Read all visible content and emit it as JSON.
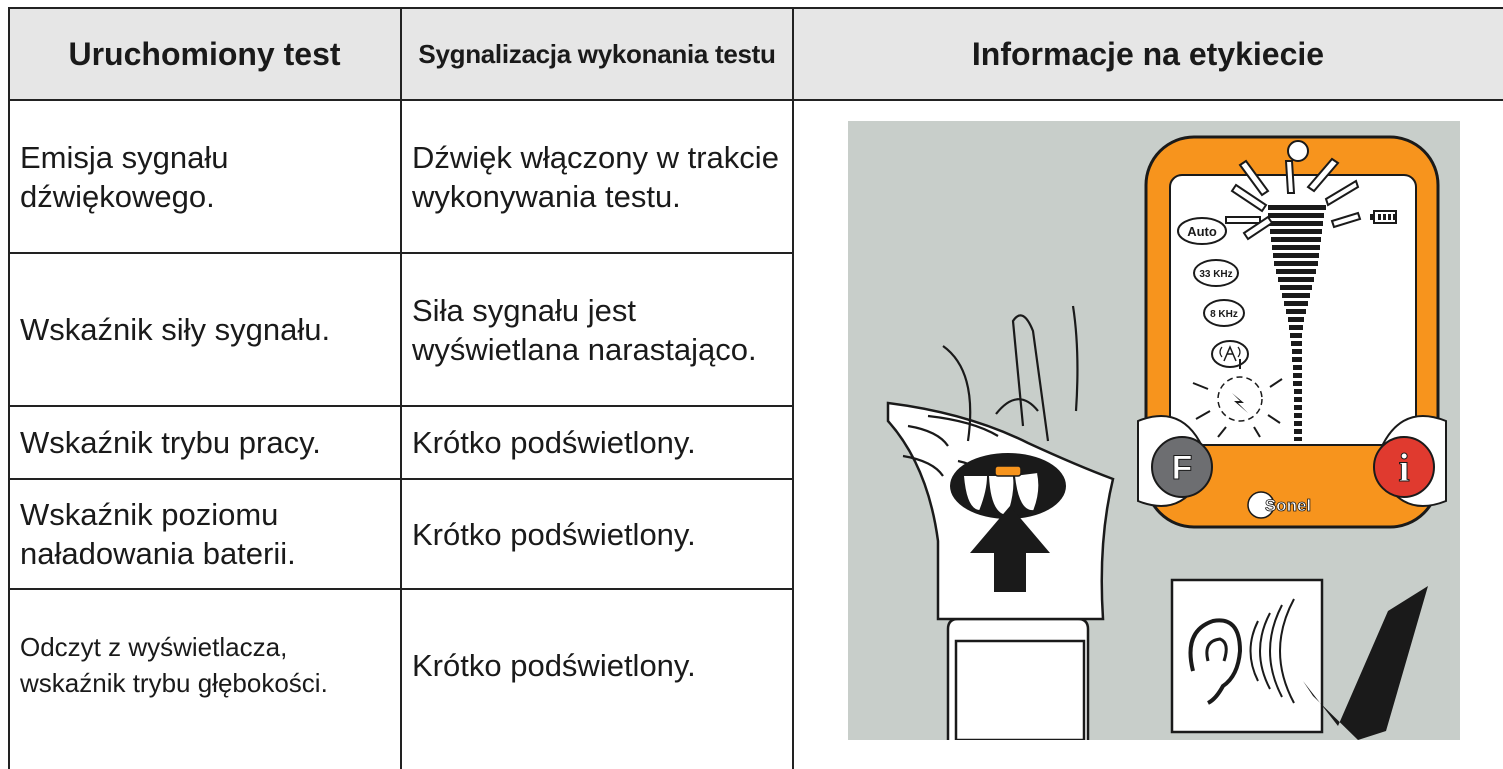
{
  "table": {
    "headers": {
      "col1": "Uruchomiony test",
      "col2": "Sygnalizacja wykonania testu",
      "col3": "Informacje na etykiecie"
    },
    "rows": [
      {
        "test": "Emisja sygnału dźwiękowego.",
        "signal": "Dźwięk włączony w trakcie wykonywania testu."
      },
      {
        "test": "Wskaźnik siły sygnału.",
        "signal": "Siła sygnału jest wyświetlana narastająco."
      },
      {
        "test": "Wskaźnik trybu pracy.",
        "signal": "Krótko podświetlony."
      },
      {
        "test": "Wskaźnik poziomu naładowania baterii.",
        "signal": "Krótko podświetlony."
      },
      {
        "test": "Odczyt z wyświetlacza, wskaźnik trybu głębokości.",
        "signal": "Krótko podświetlony."
      }
    ]
  },
  "device": {
    "mode_auto": "Auto",
    "freq_33": "33 KHz",
    "freq_8": "8 KHz",
    "button_f": "F",
    "button_i": "i",
    "brand": "Sonel",
    "colors": {
      "body": "#f7941d",
      "background": "#c8ceca",
      "button_i": "#e03a2f",
      "button_f": "#6d6e71"
    }
  }
}
